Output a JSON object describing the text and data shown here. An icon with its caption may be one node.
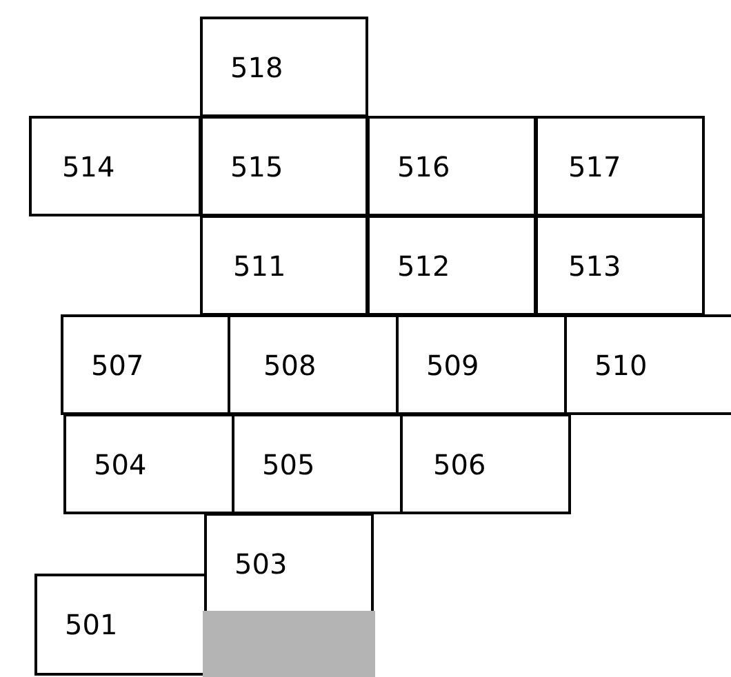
{
  "diagram": {
    "nodes": [
      {
        "text": [
          "518"
        ]
      },
      {
        "text": [
          "514"
        ]
      },
      {
        "text": [
          "515"
        ]
      },
      {
        "text": [
          "516"
        ]
      },
      {
        "text": [
          "517"
        ]
      },
      {
        "text": [
          "511"
        ]
      },
      {
        "text": [
          "512"
        ]
      },
      {
        "text": [
          "513"
        ]
      },
      {
        "text": [
          "507"
        ]
      },
      {
        "text": [
          "508"
        ]
      },
      {
        "text": [
          "509"
        ]
      },
      {
        "text": [
          "510"
        ]
      },
      {
        "text": [
          "504"
        ]
      },
      {
        "text": [
          "505"
        ]
      },
      {
        "text": [
          "506"
        ]
      },
      {
        "text": [
          "503"
        ]
      },
      {
        "text": [
          "501"
        ]
      },
      {
        "text": [],
        "shape": "box"
      }
    ]
  }
}
